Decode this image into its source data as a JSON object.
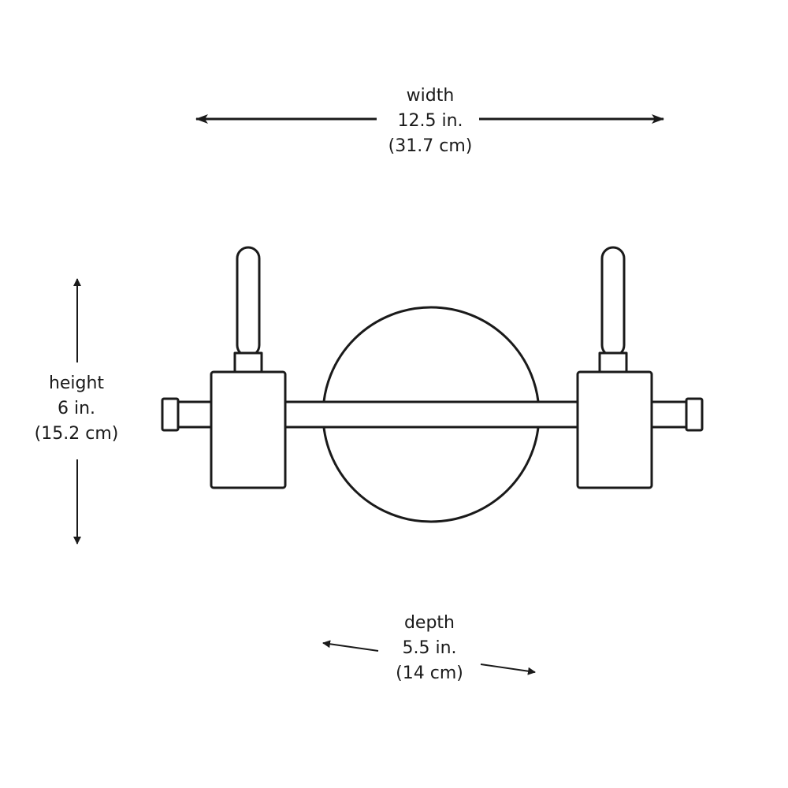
{
  "dimensions": {
    "width": {
      "label": "width",
      "imperial": "12.5 in.",
      "metric": "(31.7 cm)"
    },
    "height": {
      "label": "height",
      "imperial": "6 in.",
      "metric": "(15.2 cm)"
    },
    "depth": {
      "label": "depth",
      "imperial": "5.5 in.",
      "metric": "(14 cm)"
    }
  },
  "colors": {
    "stroke": "#1a1a1a",
    "background": "#ffffff"
  }
}
